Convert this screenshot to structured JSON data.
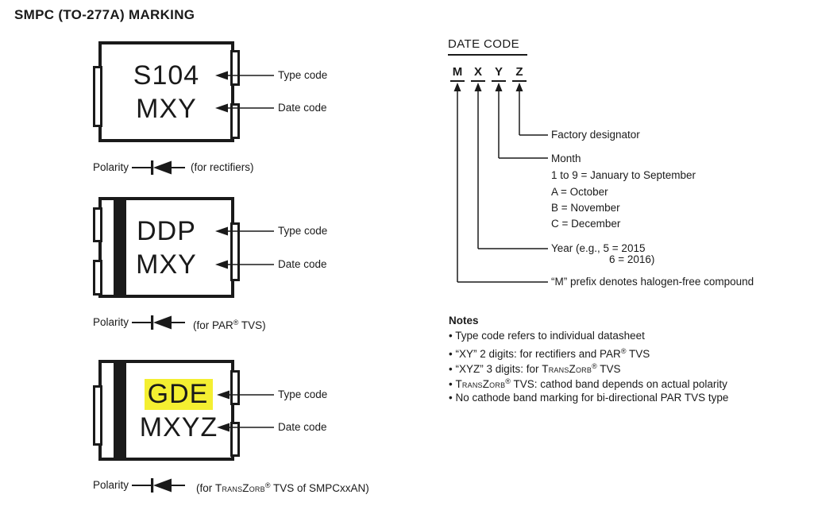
{
  "title": "SMPC (TO-277A) MARKING",
  "colors": {
    "ink": "#1a1a1a",
    "highlight": "#f4ef31"
  },
  "callouts": {
    "type_code": "Type code",
    "date_code": "Date code"
  },
  "packages": {
    "rectifier": {
      "line1": "S104",
      "line2": "MXY"
    },
    "par": {
      "line1": "DDP",
      "line2": "MXY"
    },
    "transzorb": {
      "line1": "GDE",
      "line2": "MXYZ"
    }
  },
  "polarity": {
    "label": "Polarity",
    "rectifier": {
      "pre": "(for rectifiers)"
    },
    "par": {
      "pre": "(for PAR",
      "reg": "®",
      "post": " TVS)"
    },
    "transzorb": {
      "pre": "(for ",
      "brand": "TransZorb",
      "reg": "®",
      "post": " TVS of SMPCxxAN)"
    }
  },
  "date_code": {
    "heading": "DATE CODE",
    "letters": [
      "M",
      "X",
      "Y",
      "Z"
    ],
    "factory": "Factory designator",
    "month": "Month",
    "month_values": [
      "1 to 9 = January to September",
      "A = October",
      "B = November",
      "C = December"
    ],
    "year_line1": "Year (e.g.,  5 = 2015",
    "year_line2": "6 = 2016)",
    "m_prefix": "“M” prefix denotes halogen-free compound"
  },
  "notes": {
    "heading": "Notes",
    "items": [
      {
        "pre": "• Type code refers to individual datasheet"
      },
      {
        "pre": "• “XY” 2 digits: for rectifiers and PAR",
        "reg": "®",
        "post": " TVS"
      },
      {
        "pre": "• “XYZ” 3 digits: for ",
        "brand": "TransZorb",
        "reg": "®",
        "post": " TVS"
      },
      {
        "pre": "• ",
        "brand": "TransZorb",
        "reg": "®",
        "post": " TVS: cathod band depends on actual polarity"
      },
      {
        "pre": "• No cathode band marking for bi-directional PAR TVS type"
      }
    ]
  }
}
